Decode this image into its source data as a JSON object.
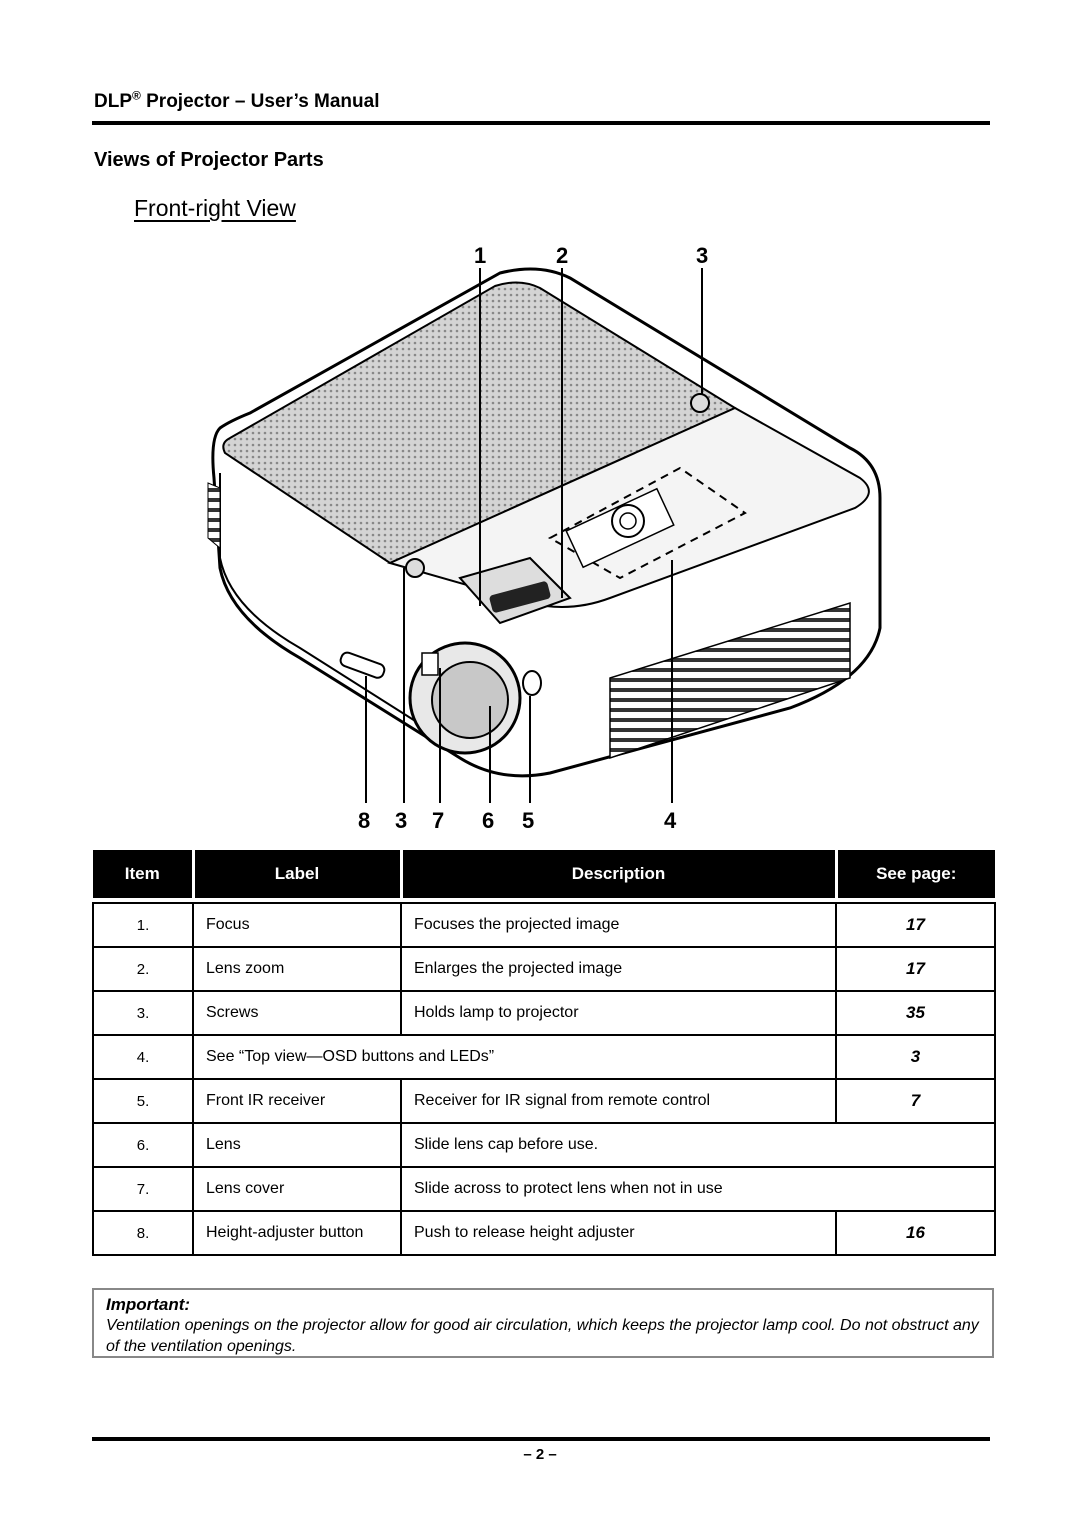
{
  "header": {
    "brand": "DLP",
    "brand_mark": "®",
    "title_rest": " Projector – User’s Manual"
  },
  "section_title": "Views of Projector Parts",
  "subsection_title": "Front-right View",
  "callouts": [
    "1",
    "2",
    "3",
    "8",
    "3",
    "7",
    "6",
    "5",
    "4"
  ],
  "table": {
    "headers": [
      "Item",
      "Label",
      "Description",
      "See page:"
    ],
    "rows": [
      {
        "item": "1.",
        "label": "Focus",
        "description": "Focuses the projected image",
        "page": "17"
      },
      {
        "item": "2.",
        "label": "Lens zoom",
        "description": "Enlarges the projected image",
        "page": "17"
      },
      {
        "item": "3.",
        "label": "Screws",
        "description": "Holds lamp to projector",
        "page": "35"
      },
      {
        "item": "4.",
        "label": "See “Top view—OSD buttons and LEDs”",
        "description": "",
        "page": "3"
      },
      {
        "item": "5.",
        "label": "Front IR receiver",
        "description": "Receiver for IR signal from remote control",
        "page": "7"
      },
      {
        "item": "6.",
        "label": "Lens",
        "description": "Slide lens cap before use.",
        "page": ""
      },
      {
        "item": "7.",
        "label": "Lens cover",
        "description": "Slide across to protect lens when not in use",
        "page": ""
      },
      {
        "item": "8.",
        "label": "Height-adjuster button",
        "description": "Push to release height adjuster",
        "page": "16"
      }
    ]
  },
  "important": {
    "title": "Important:",
    "text": "Ventilation openings on the projector allow for good air circulation, which keeps the projector lamp cool. Do not obstruct any of the ventilation openings."
  },
  "page_number": "– 2 –"
}
